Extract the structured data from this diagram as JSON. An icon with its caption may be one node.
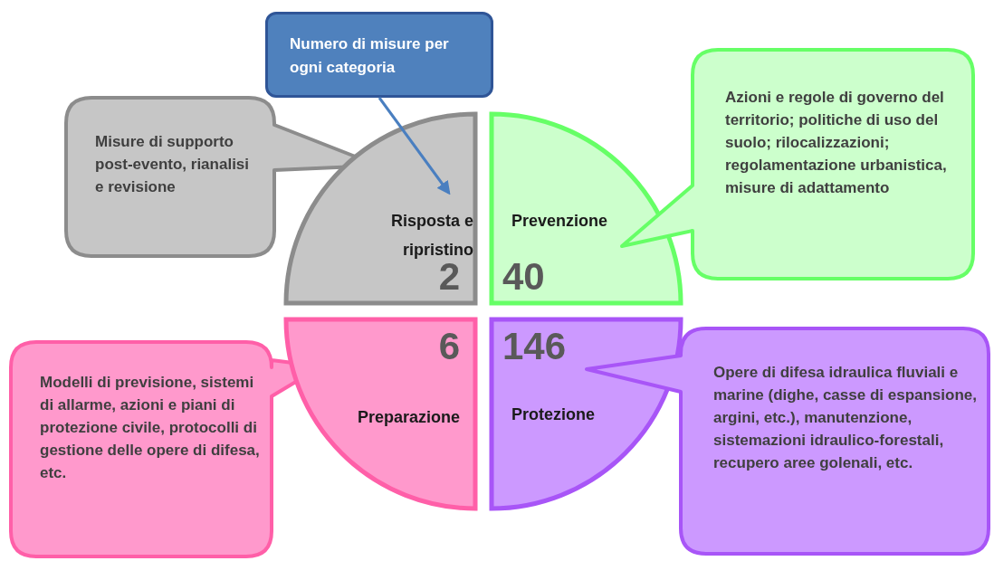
{
  "diagram": {
    "nodes": [
      {
        "text": [
          "Numero di misure per ogni categoria"
        ]
      },
      {
        "text": [
          "Misure di supporto post-evento, rianalisi e revisione"
        ]
      },
      {
        "text": [
          "Risposta e ripristino",
          "2"
        ]
      },
      {
        "text": [
          "Prevenzione",
          "40"
        ]
      },
      {
        "text": [
          "Azioni e regole di governo del territorio; politiche di uso del suolo; rilocalizzazioni; regolamentazione urbanistica, misure di adattamento"
        ]
      },
      {
        "text": [
          "Modelli di previsione, sistemi di allarme, azioni e piani di protezione civile, protocolli di gestione delle opere di difesa, etc."
        ]
      },
      {
        "text": [
          "6",
          "Preparazione"
        ]
      },
      {
        "text": [
          "146",
          "Protezione"
        ]
      },
      {
        "text": [
          "Opere di difesa idraulica fluviali e marine (dighe, casse di espansione, argini, etc.), manutenzione, sistemazioni idraulico-forestali, recupero aree golenali, etc."
        ]
      }
    ],
    "edges": [
      {
        "from": 0,
        "to": 2,
        "arrow": "to"
      }
    ]
  }
}
